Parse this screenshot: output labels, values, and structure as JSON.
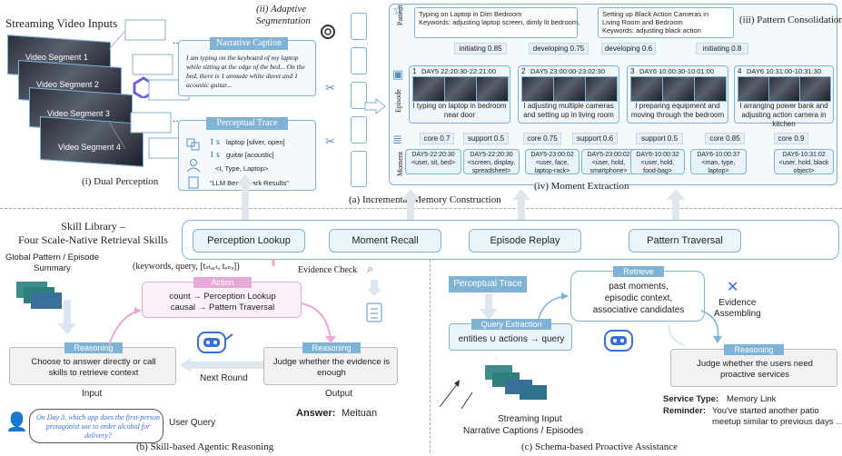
{
  "colors": {
    "accent": "#7fb3d6",
    "light_fill": "#eaf5fb",
    "action": "#e8a8d8",
    "arrow": "#c9d6e0"
  },
  "top": {
    "streaming_title": "Streaming Video Inputs",
    "segments": [
      "Video Segment 1",
      "Video Segment 2",
      "Video Segment 3",
      "Video Segment 4"
    ],
    "adaptive_seg": "(ii) Adaptive\nSegmentation",
    "narrative_caption_title": "Narrative Caption",
    "narrative_caption_text": "I am typing on the keyboard of my laptop while sitting at the edge of the bed... On the bed, there is 1 unmade white duvet and 1 acoustic guitar...",
    "perceptual_trace_title": "Perceptual Trace",
    "trace_items": [
      {
        "count": "1 x",
        "text": "laptop [silver, open]"
      },
      {
        "count": "1 x",
        "text": "guitar [acoustic]"
      },
      {
        "count": "",
        "text": "<I, Type, Laptop>"
      },
      {
        "count": "",
        "text": "“LLM Benchmark Results”"
      }
    ],
    "dual_perception": "(i) Dual Perception",
    "caption_a": "(a) Incremental Memory Construction",
    "pattern_consolidation": "(iii) Pattern Consolidation",
    "moment_extraction": "(iv) Moment Extraction",
    "level_labels": [
      "Pattern",
      "Episode",
      "Moment"
    ],
    "patterns": [
      {
        "text": "Typing on Laptop in Dim Bedroom\nKeywords: adjusting laptop screen, dimly lit bedroom,"
      },
      {
        "text": "Setting up Black Action Cameras in\nLiving Room and Bedroom\nKeywords: adjusting black action"
      }
    ],
    "status_tags": [
      "initiating 0.85",
      "developing 0.75",
      "developing 0.6",
      "initiating 0.8"
    ],
    "episodes": [
      {
        "num": "1",
        "time": "DAY5 22:20:30-22:21:00",
        "desc": "I typing on laptop in bedroom near door"
      },
      {
        "num": "2",
        "time": "DAY5 23:00:00-23:02:30",
        "desc": "I adjusting multiple cameras and setting up in living room"
      },
      {
        "num": "3",
        "time": "DAY6 10:00:30-10:01:00",
        "desc": "I preparing equipment and moving through the bedroom"
      },
      {
        "num": "4",
        "time": "DAY6 10:31:00-10:31:30",
        "desc": "I arranging power bank and adjusting action camera in kitchen"
      }
    ],
    "score_tags": [
      "core 0.7",
      "support 0.5",
      "core 0.75",
      "support 0.6",
      "support 0.5",
      "core 0.85",
      "core 0.9"
    ],
    "moments": [
      {
        "time": "DAY5-22:20:30",
        "text": "<user, sit, bed>"
      },
      {
        "time": "DAY5-22:20:30",
        "text": "<screen, display, spreadsheet>"
      },
      {
        "time": "DAY5-23:00:02",
        "text": "<user, face, laptop-rack>"
      },
      {
        "time": "DAY5-23:00:02",
        "text": "<user, hold, smartphone>"
      },
      {
        "time": "DAY6-10:00:32",
        "text": "<user, hold, food-bag>"
      },
      {
        "time": "DAY6-10:00:37",
        "text": "<man, type, laptop>"
      },
      {
        "time": "DAY6-10:31:02",
        "text": "<user, hold, black object>"
      }
    ]
  },
  "skills": {
    "library_title": "Skill Library –\nFour Scale-Native Retrieval Skills",
    "items": [
      "Perception Lookup",
      "Moment Recall",
      "Episode Replay",
      "Pattern Traversal"
    ]
  },
  "left": {
    "global_summary": "Global Pattern / Episode\nSummary",
    "params": "(keywords, query, [tₛₜₐᵣₜ, tₑₙₔ])",
    "evidence_check": "Evidence Check",
    "action_title": "Action",
    "action_text": "count → Perception Lookup\ncausal → Pattern Traversal",
    "reasoning_title": "Reasoning",
    "reasoning_left": "Choose to answer directly or call\nskills to retrieve context",
    "reasoning_right": "Judge whether the evidence is\nenough",
    "next_round": "Next Round",
    "input": "Input",
    "output": "Output",
    "answer_label": "Answer:",
    "answer_value": "Meituan",
    "user_query_label": "User Query",
    "user_query": "On Day 3, which app does the first-person protagonist use to order alcohol for delivery?",
    "caption_b": "(b) Skill-based Agentic Reasoning"
  },
  "right": {
    "perceptual_trace": "Perceptual Trace",
    "query_extraction_title": "Query Extraction",
    "query_extraction_text": "entities ∪ actions → query",
    "retrieve_title": "Retrieve",
    "retrieve_text": "past moments,\nepisodic context,\nassociative candidates",
    "evidence_assembling": "Evidence\nAssembling",
    "reasoning_title": "Reasoning",
    "reasoning_text": "Judge whether the users need\nproactive services",
    "streaming_input": "Streaming Input",
    "streaming_input_sub": "Narrative Captions / Episodes",
    "service_type_label": "Service Type:",
    "service_type": "Memory Link",
    "reminder_label": "Reminder:",
    "reminder": "You've started another patio\nmeetup similar to previous days … ?",
    "caption_c": "(c) Schema-based Proactive Assistance"
  }
}
